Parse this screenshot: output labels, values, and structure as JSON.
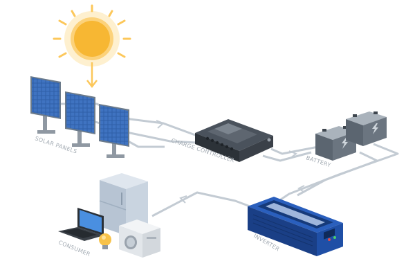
{
  "labels": {
    "solar_panels": "SOLAR PANELS",
    "charge_controller": "CHARGE CONTROLLER",
    "battery": "BATTERY",
    "inverter": "INVERTER",
    "consumer": "CONSUMER"
  },
  "colors": {
    "wire": "#c3cbd3",
    "sun_core": "#f7b733",
    "sun_glow": "#fde4a8",
    "solar_cell": "#2f5fa8",
    "inverter_body": "#1f4fa6",
    "battery_body": "#5b6570",
    "label_text": "#a3abb3"
  },
  "icons": {
    "sun": "sun-icon",
    "battery_terminal": "lightning-bolt-icon",
    "bulb": "light-bulb-icon"
  }
}
